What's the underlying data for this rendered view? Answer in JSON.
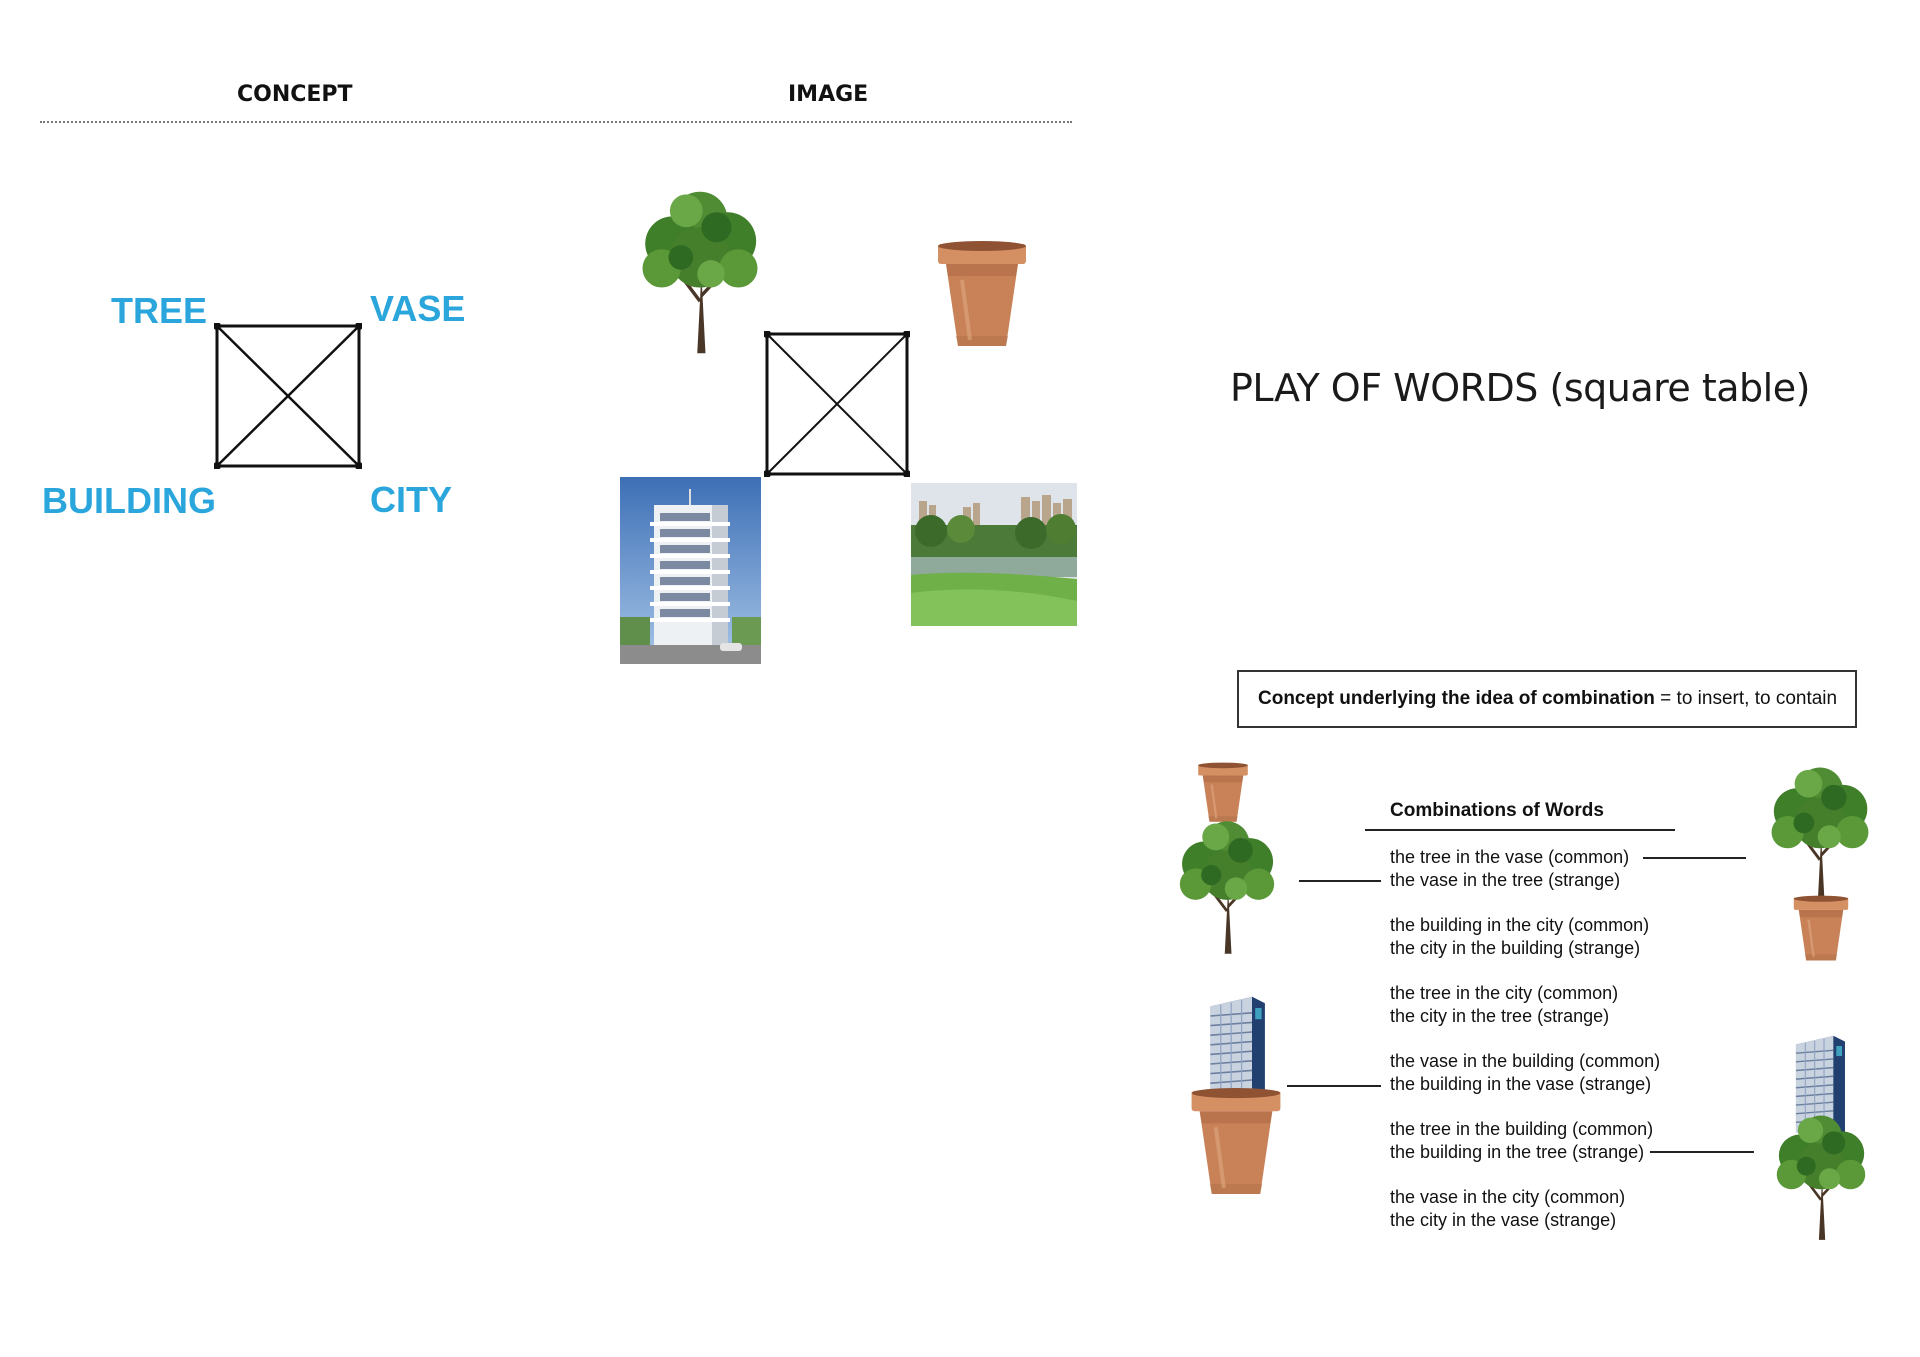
{
  "headers": {
    "concept": "CONCEPT",
    "image": "IMAGE"
  },
  "concept_words": {
    "tree": "TREE",
    "vase": "VASE",
    "building": "BUILDING",
    "city": "CITY"
  },
  "title": "PLAY OF WORDS (square table)",
  "concept_box": {
    "bold": "Concept underlying the idea of combination",
    "rest": " = to insert, to contain"
  },
  "combinations": {
    "heading": "Combinations of Words",
    "pairs": [
      {
        "common": "the tree in the vase (common)",
        "strange": "the vase in the tree (strange)"
      },
      {
        "common": "the building in the city (common)",
        "strange": "the city in the building (strange)"
      },
      {
        "common": "the tree in the city (common)",
        "strange": "the city in the tree (strange)"
      },
      {
        "common": "the vase in the building (common)",
        "strange": "the building in the vase (strange)"
      },
      {
        "common": "the tree in the building (common)",
        "strange": "the building in the tree (strange)"
      },
      {
        "common": "the vase in the city (common)",
        "strange": "the city in the vase (strange)"
      }
    ]
  },
  "icons": [
    "tree-icon",
    "vase-icon",
    "building-icon",
    "city-park-icon"
  ],
  "colors": {
    "concept_word": "#2ba6dc",
    "vase": "#c98258",
    "foliage": "#3f7f2a",
    "text": "#111111"
  }
}
